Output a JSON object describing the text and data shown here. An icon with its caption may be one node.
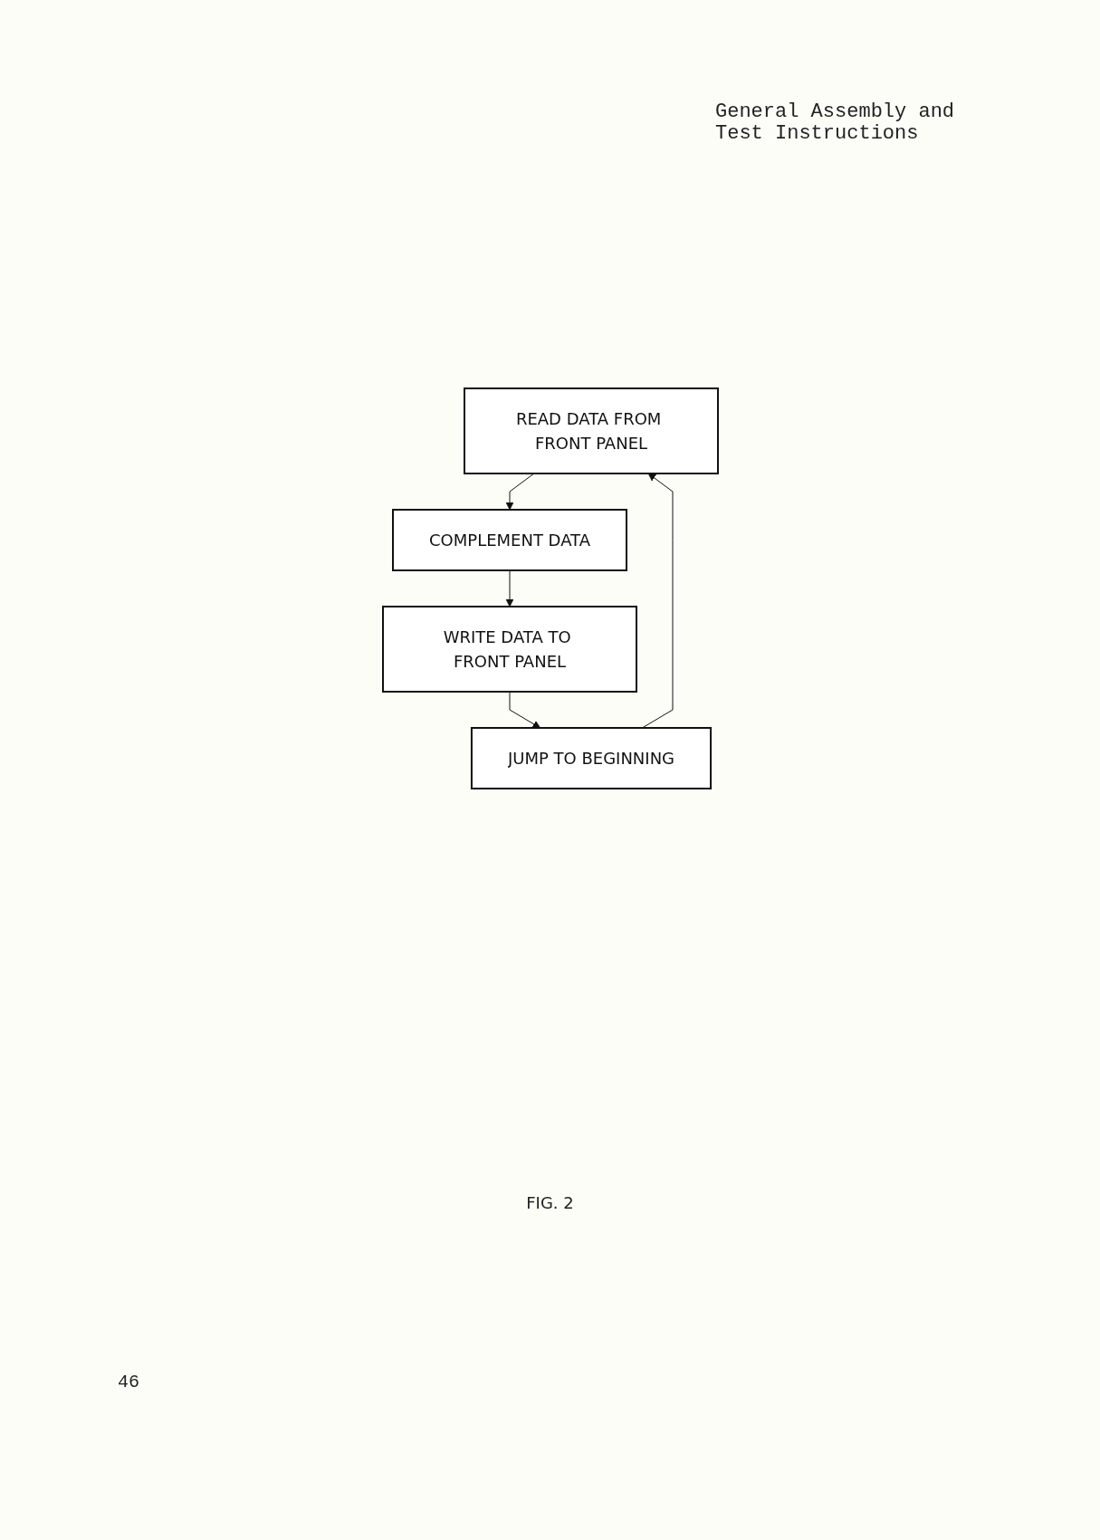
{
  "diagram": {
    "caption": "FIG. 2",
    "nodes": [
      {
        "text": [
          "READ DATA FROM FRONT PANEL"
        ]
      },
      {
        "text": [
          "COMPLEMENT DATA"
        ]
      },
      {
        "text": [
          "WRITE DATA TO FRONT PANEL"
        ]
      },
      {
        "text": [
          "JUMP TO BEGINNING"
        ]
      }
    ],
    "edges": [
      {
        "from": 0,
        "to": 1,
        "arrow": "to"
      },
      {
        "from": 1,
        "to": 2,
        "arrow": "to"
      },
      {
        "from": 2,
        "to": 3,
        "arrow": "to"
      },
      {
        "from": 3,
        "to": 0,
        "arrow": "to"
      }
    ],
    "labels": [
      "General Assembly and Test Instructions",
      "46"
    ]
  }
}
